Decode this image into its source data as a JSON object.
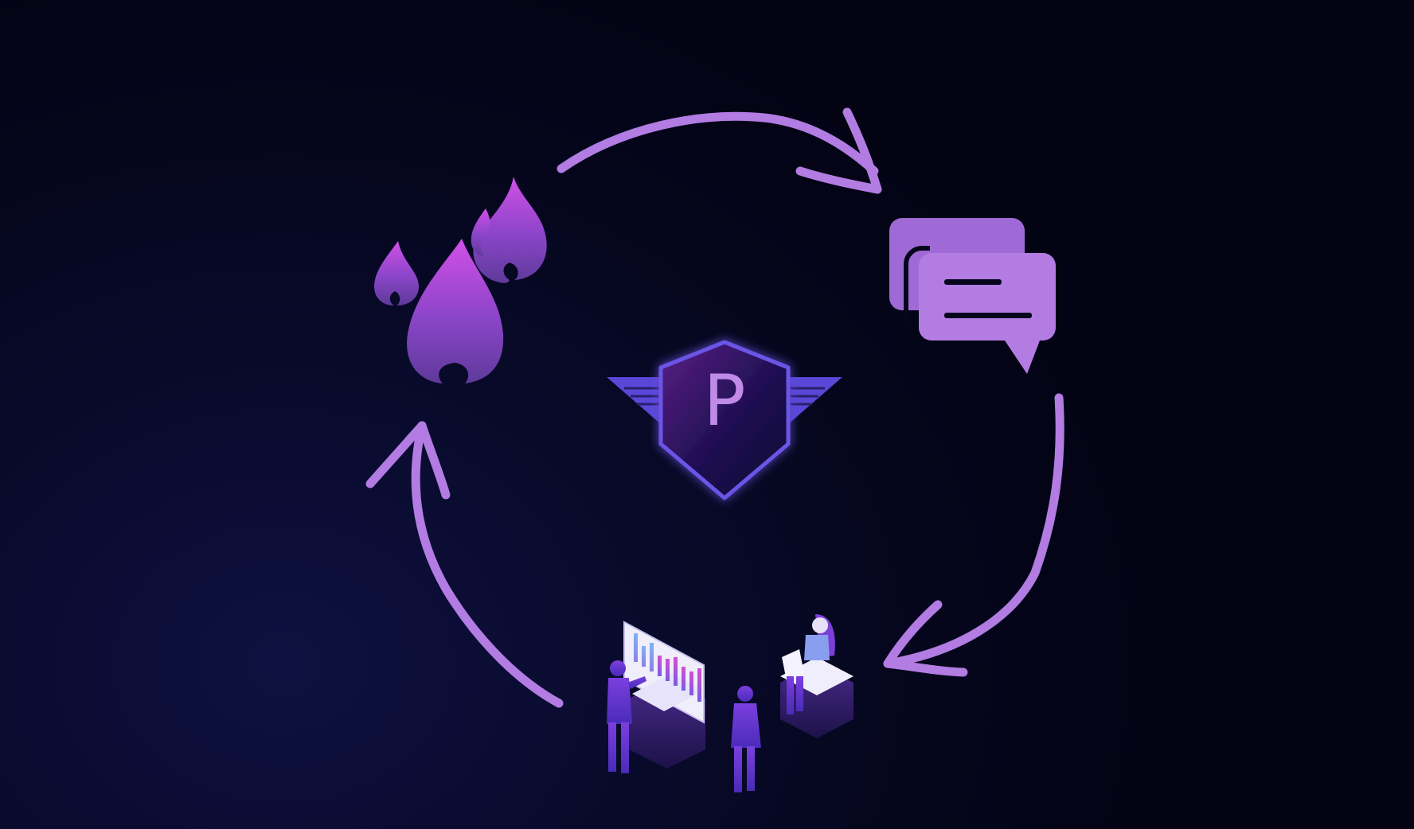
{
  "diagram": {
    "center_logo": {
      "letter": "P",
      "icon": "winged-shield-logo"
    },
    "nodes": [
      {
        "id": "fire",
        "icon": "flames-icon"
      },
      {
        "id": "chat",
        "icon": "chat-bubbles-icon"
      },
      {
        "id": "team",
        "icon": "team-analytics-illustration"
      }
    ],
    "arrows": [
      {
        "from": "fire",
        "to": "chat"
      },
      {
        "from": "chat",
        "to": "team"
      },
      {
        "from": "team",
        "to": "fire"
      }
    ]
  },
  "colors": {
    "accent": "#b27ce3",
    "accent_bright": "#c653e8",
    "indigo": "#5b46d6",
    "background": "#05061c"
  }
}
